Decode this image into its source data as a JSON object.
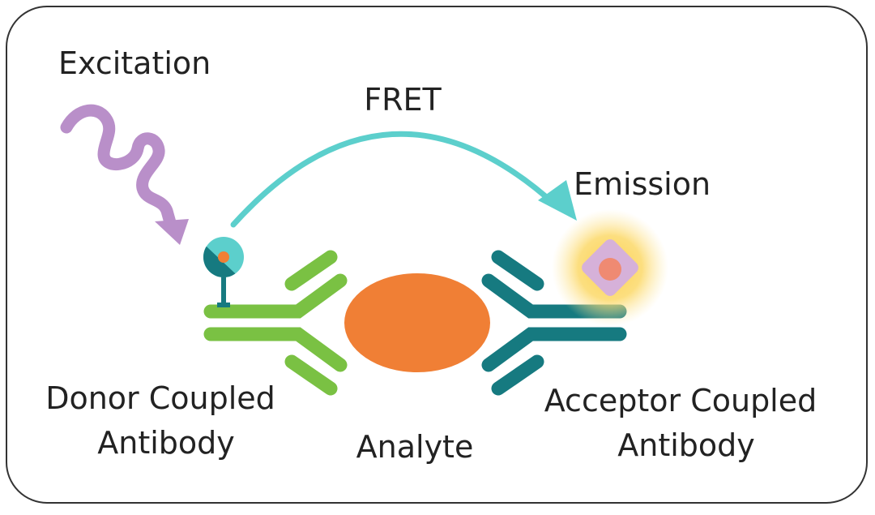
{
  "labels": {
    "excitation": "Excitation",
    "fret": "FRET",
    "emission": "Emission",
    "donor_line1": "Donor Coupled",
    "donor_line2": "Antibody",
    "analyte": "Analyte",
    "acceptor_line1": "Acceptor Coupled",
    "acceptor_line2": "Antibody"
  },
  "colors": {
    "border": "#333333",
    "excitation_wave": "#b98fc9",
    "fret_arrow": "#5ccfcc",
    "donor_antibody": "#7ac143",
    "acceptor_antibody": "#167a80",
    "analyte": "#f07f35",
    "donor_fluor_light": "#5ccfcc",
    "donor_fluor_dark": "#167a80",
    "fluor_core": "#f07f35",
    "emission_glow": "#fbcf4a",
    "acceptor_diamond": "#d6b1d9",
    "acceptor_core": "#ef8a72"
  },
  "icons": {
    "excitation": "wavy-arrow-icon",
    "fret": "curved-arrow-icon",
    "donor_fluorophore": "donor-fluorophore-icon",
    "acceptor_fluorophore": "acceptor-fluorophore-icon"
  }
}
